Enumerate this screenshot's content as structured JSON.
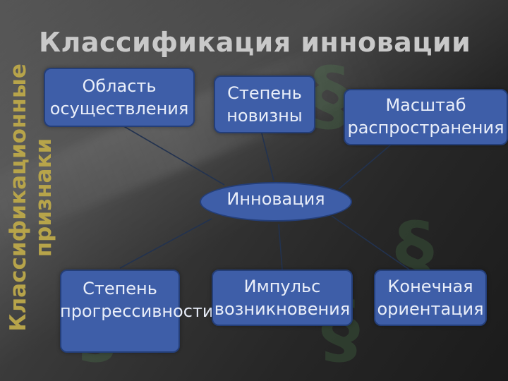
{
  "title": "Классификация инновации",
  "side_label": {
    "line1": "Классификационные",
    "line2": "признаки"
  },
  "center": {
    "label": "Инновация"
  },
  "nodes": [
    {
      "label": "Область осуществления"
    },
    {
      "label": "Степень новизны"
    },
    {
      "label": "Масштаб распространения"
    },
    {
      "label": "Степень прогрессивности"
    },
    {
      "label": "Импульс возникновения"
    },
    {
      "label": "Конечная ориентация"
    }
  ],
  "colors": {
    "node_fill": "#3e5ea8",
    "node_border": "#243e78",
    "title_text": "#c9c9c9",
    "side_text": "#b7a44a",
    "link_line": "#22324f"
  }
}
